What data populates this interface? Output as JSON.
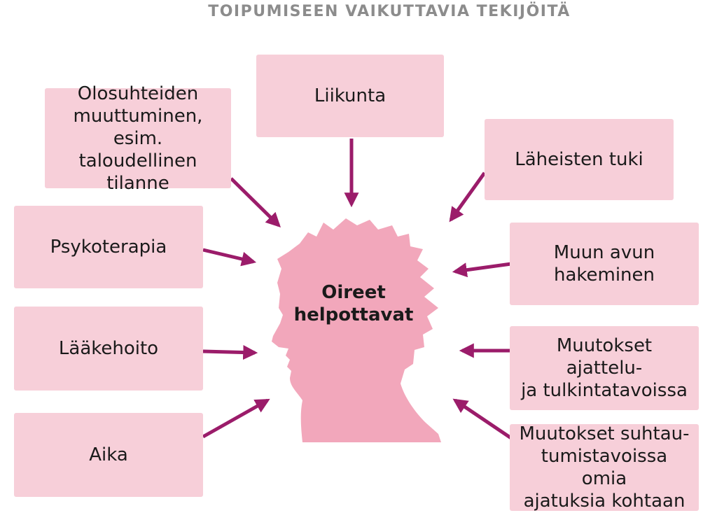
{
  "title": "TOIPUMISEEN VAIKUTTAVIA TEKIJÖITÄ",
  "center": {
    "label_line1": "Oireet",
    "label_line2": "helpottavat"
  },
  "colors": {
    "box": "#f7cfd9",
    "arrow": "#9b1c6a",
    "head": "#f2a7bb",
    "title": "#8c8c8c"
  },
  "factors": {
    "circumstances": [
      "Olosuhteiden",
      "muuttuminen,",
      "esim. taloudellinen",
      "tilanne"
    ],
    "exercise": [
      "Liikunta"
    ],
    "close_support": [
      "Läheisten tuki"
    ],
    "psychotherapy": [
      "Psykoterapia"
    ],
    "other_help": [
      "Muun avun",
      "hakeminen"
    ],
    "medication": [
      "Lääkehoito"
    ],
    "thinking_changes": [
      "Muutokset ajattelu-",
      "ja tulkintatavoissa"
    ],
    "time": [
      "Aika"
    ],
    "attitude_changes": [
      "Muutokset suhtau-",
      "tumistavoissa omia",
      "ajatuksia kohtaan"
    ]
  }
}
